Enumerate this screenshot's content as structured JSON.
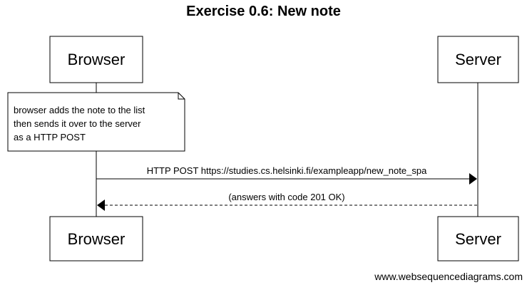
{
  "title": "Exercise 0.6: New note",
  "participants": {
    "browser": "Browser",
    "server": "Server"
  },
  "note": {
    "lines": [
      "browser adds the note to the list",
      "then sends it over to the server",
      "as a HTTP POST"
    ]
  },
  "messages": [
    {
      "from": "Browser",
      "to": "Server",
      "text": "HTTP POST https://studies.cs.helsinki.fi/exampleapp/new_note_spa",
      "style": "solid"
    },
    {
      "from": "Server",
      "to": "Browser",
      "text": "(answers with code 201 OK)",
      "style": "dashed"
    }
  ],
  "watermark": "www.websequencediagrams.com"
}
